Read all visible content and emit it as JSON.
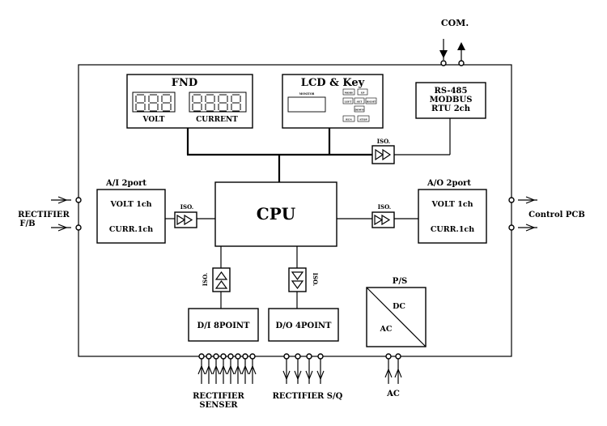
{
  "labels": {
    "com": "COM.",
    "fnd_title": "FND",
    "fnd_volt": "VOLT",
    "fnd_current": "CURRENT",
    "lcd_title": "LCD & Key",
    "rs485_line1": "RS-485",
    "rs485_line2": "MODBUS",
    "rs485_line3": "RTU 2ch",
    "ai_title": "A/I 2port",
    "ai_volt": "VOLT 1ch",
    "ai_curr": "CURR.1ch",
    "ao_title": "A/O 2port",
    "ao_volt": "VOLT 1ch",
    "ao_curr": "CURR.1ch",
    "cpu": "CPU",
    "iso": "ISO.",
    "rectifier_fb_line1": "RECTIFIER",
    "rectifier_fb_line2": "F/B",
    "control_pcb": "Control PCB",
    "di": "D/I 8POINT",
    "do": "D/O 4POINT",
    "ps_title": "P/S",
    "dc": "DC",
    "ac": "AC",
    "rectifier_senser_line1": "RECTIFIER",
    "rectifier_senser_line2": "SENSER",
    "rectifier_sq": "RECTIFIER S/Q",
    "ac_bottom": "AC"
  },
  "lcd_keys": {
    "monitor": "MONITOR",
    "mode": "MODE",
    "up": "UP",
    "left": "LEFT",
    "set": "SET",
    "right": "RIGHT",
    "down": "DOWN",
    "run": "RUN",
    "stop": "STOP"
  }
}
